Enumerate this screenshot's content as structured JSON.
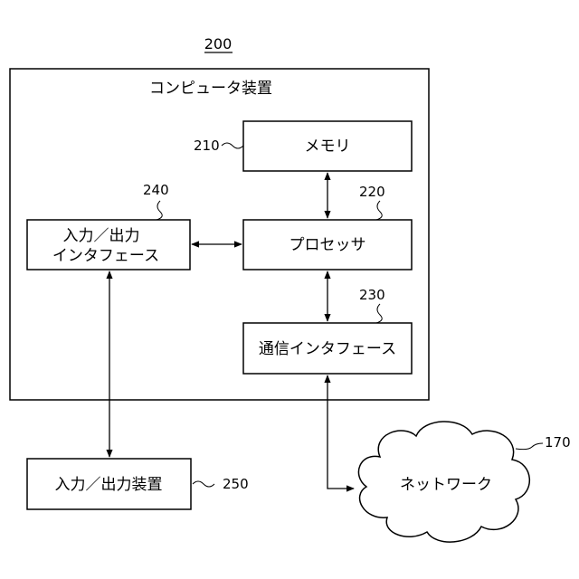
{
  "figure_number": "200",
  "computer_device": {
    "title": "コンピュータ装置"
  },
  "memory": {
    "ref": "210",
    "label": "メモリ"
  },
  "processor": {
    "ref": "220",
    "label": "プロセッサ"
  },
  "comm_interface": {
    "ref": "230",
    "label": "通信インタフェース"
  },
  "io_interface": {
    "ref": "240",
    "label_line1": "入力／出力",
    "label_line2": "インタフェース"
  },
  "io_device": {
    "ref": "250",
    "label": "入力／出力装置"
  },
  "network": {
    "ref": "170",
    "label": "ネットワーク"
  }
}
